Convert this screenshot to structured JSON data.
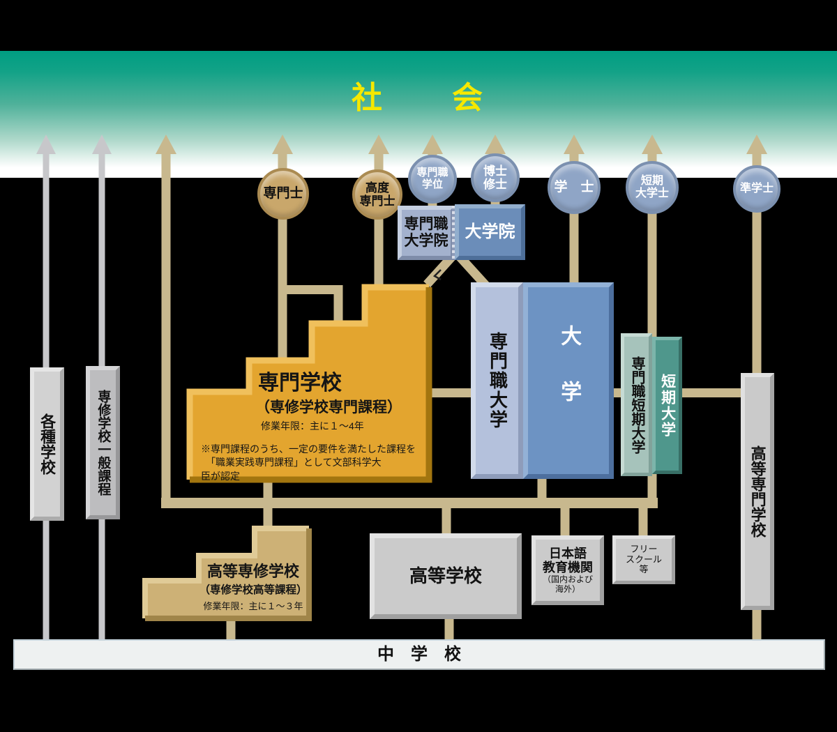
{
  "banner": {
    "label": "社　　会"
  },
  "degrees": {
    "senmonshi": "専門士",
    "kodo_senmonshi": "高度\n専門士",
    "senmonshoku_gakui": "専門職\n学位",
    "hakase_shushi": "博士\n修士",
    "gakushi": "学　士",
    "tanki_daigakushi": "短期\n大学士",
    "jun_gakushi": "準学士"
  },
  "institutions": {
    "senmonshoku_daigakuin": "専門職\n大学院",
    "daigakuin": "大学院",
    "senmonshoku_daigaku": "専門職大学",
    "daigaku": "大学",
    "senmonshoku_tanki_daigaku": "専門職短期大学",
    "tanki_daigaku": "短期大学",
    "koto_senmon_gakko": "高等専門学校",
    "kakushu_gakko": "各種学校",
    "senshu_gakko_ippan_katei": "専修学校一般課程",
    "senmon_gakko": {
      "title": "専門学校",
      "subtitle": "（専修学校専門課程）",
      "duration": "修業年限：主に１〜4年",
      "note_lines": [
        "※専門課程のうち、一定の要件を満たした課程を",
        "　「職業実践専門課程」として文部科学大",
        "臣が認定"
      ]
    },
    "koto_senshu_gakko": {
      "title": "高等専修学校",
      "subtitle": "（専修学校高等課程）",
      "duration": "修業年限：主に１〜３年"
    },
    "koto_gakko": "高等学校",
    "nihongo_kyoiku_kikan": {
      "line1": "日本語",
      "line2": "教育機関",
      "line3": "（国内および",
      "line4": "海外）"
    },
    "free_school": "フリー\nスクール\n等",
    "chugakko": "中　学　校"
  },
  "colors": {
    "background": "#000000",
    "society_green": "#009e82",
    "society_text": "#f6e800",
    "tan_line": "#c8b88e",
    "gray_line": "#c7c7ca",
    "gold_block": "#e3a52f",
    "tan_block": "#cdb176",
    "blue_box": "#6d93c3",
    "light_blue_box": "#b4c1dc",
    "teal_box": "#4f978c",
    "sage_box": "#a6c3bb",
    "gray_box": "#cbcbcb",
    "chugakko_box": "#eef1f1",
    "blue_circle": "#8fa5c6",
    "gold_circle": "#c9a76b"
  }
}
